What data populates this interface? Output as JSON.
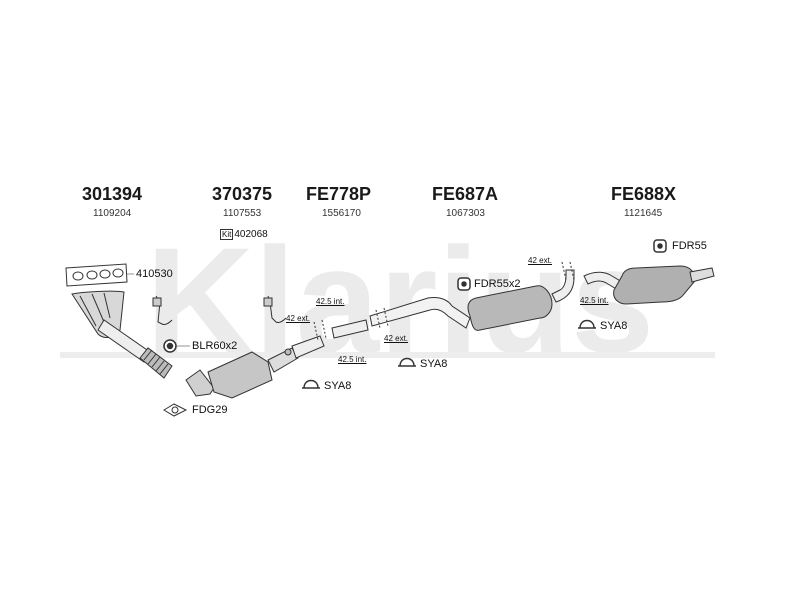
{
  "watermark": "Klarius",
  "parts": [
    {
      "part_no": "301394",
      "oe_no": "1109204"
    },
    {
      "part_no": "370375",
      "oe_no": "1107553",
      "kit_label": "Kit",
      "kit_no": "402068"
    },
    {
      "part_no": "FE778P",
      "oe_no": "1556170"
    },
    {
      "part_no": "FE687A",
      "oe_no": "1067303"
    },
    {
      "part_no": "FE688X",
      "oe_no": "1121645"
    }
  ],
  "fittings": {
    "gasket_410530": "410530",
    "bolts": "BLR60x2",
    "gasket_fdg29": "FDG29",
    "rubber_mid": "FDR55x2",
    "rubber_rear": "FDR55",
    "clamp_1": "SYA8",
    "clamp_2": "SYA8",
    "clamp_3": "SYA8"
  },
  "joints": {
    "j1": "42 ext.",
    "j2": "42.5 int.",
    "j3": "42 ext.",
    "j4": "42.5 int.",
    "j5": "42 ext.",
    "j6": "42.5 int."
  }
}
